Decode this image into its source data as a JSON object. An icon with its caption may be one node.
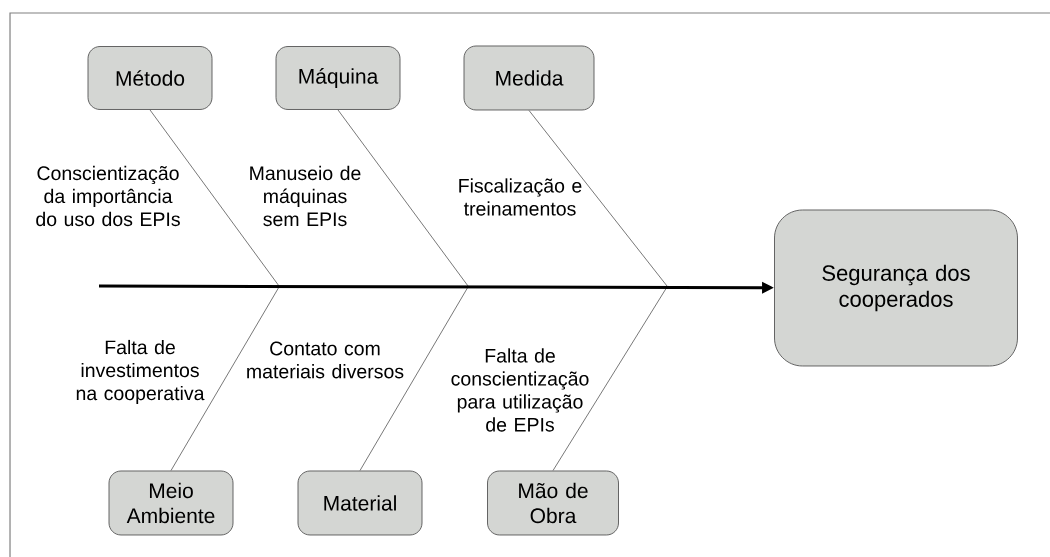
{
  "diagram": {
    "nodes": [
      {
        "text": [
          "Método"
        ]
      },
      {
        "text": [
          "Máquina"
        ]
      },
      {
        "text": [
          "Medida"
        ]
      },
      {
        "text": [
          "Meio Ambiente"
        ]
      },
      {
        "text": [
          "Material"
        ]
      },
      {
        "text": [
          "Mão de Obra"
        ]
      },
      {
        "text": [
          "Segurança dos cooperados"
        ]
      }
    ],
    "edges": [
      {
        "from": 0,
        "to": null,
        "arrow": "none"
      },
      {
        "from": 1,
        "to": null,
        "arrow": "none"
      },
      {
        "from": 2,
        "to": null,
        "arrow": "none"
      },
      {
        "from": 3,
        "to": null,
        "arrow": "none"
      },
      {
        "from": 4,
        "to": null,
        "arrow": "none"
      },
      {
        "from": 5,
        "to": null,
        "arrow": "none"
      },
      {
        "from": null,
        "to": 6,
        "arrow": "to",
        "style": "thick"
      }
    ],
    "labels": [
      "Conscientização da importância do uso dos EPIs",
      "Manuseio de máquinas sem EPIs",
      "Fiscalização e treinamentos",
      "Falta de investimentos na cooperativa",
      "Contato com materiais diversos",
      "Falta de conscientização para utilização de EPIs"
    ]
  }
}
